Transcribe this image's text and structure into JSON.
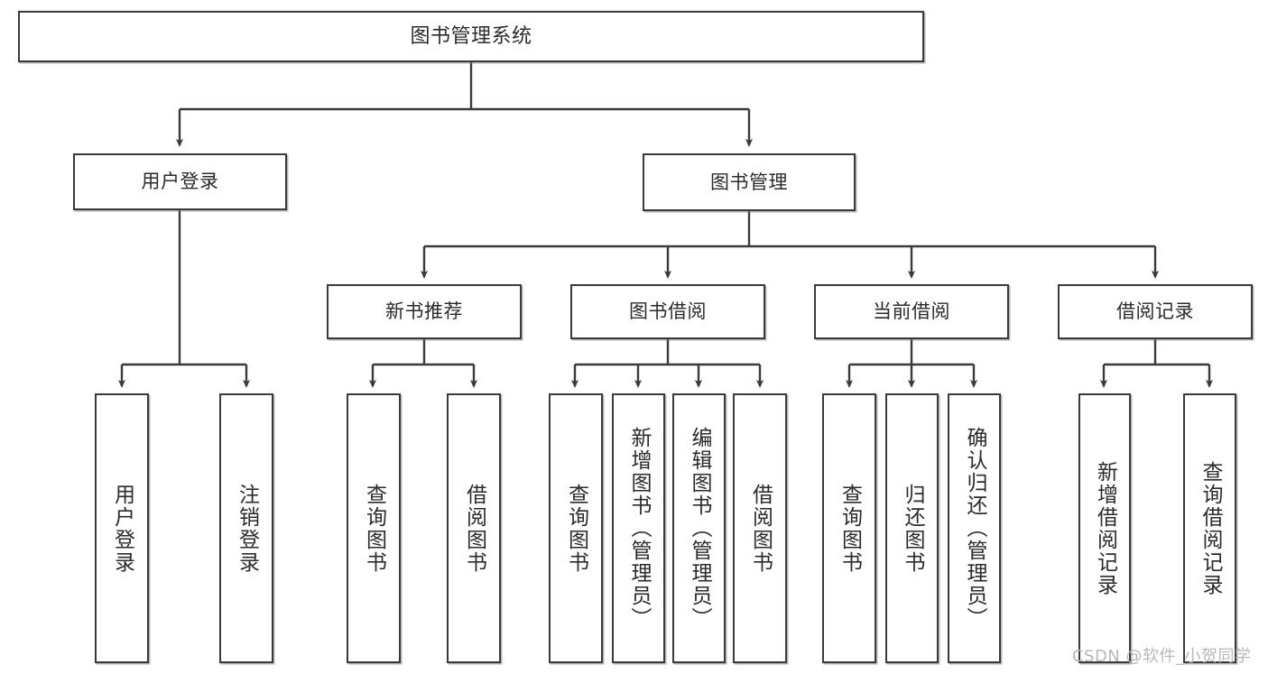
{
  "diagram": {
    "title": "图书管理系统",
    "type": "tree-hierarchy",
    "watermark": "CSDN @软件_小贺同学",
    "colors": {
      "box_border": "#3a3a3a",
      "box_fill": "#ffffff",
      "edge": "#3a3a3a",
      "text": "#2b2b2b",
      "watermark": "#b8b8b8"
    },
    "root": {
      "label": "图书管理系统"
    },
    "level1": [
      {
        "label": "用户登录"
      },
      {
        "label": "图书管理"
      }
    ],
    "level2": [
      {
        "label": "新书推荐"
      },
      {
        "label": "图书借阅"
      },
      {
        "label": "当前借阅"
      },
      {
        "label": "借阅记录"
      }
    ],
    "leaves": {
      "user_login": [
        {
          "label": "用户登录"
        },
        {
          "label": "注销登录"
        }
      ],
      "new_book": [
        {
          "label": "查询图书"
        },
        {
          "label": "借阅图书"
        }
      ],
      "book_borrow": [
        {
          "label": "查询图书"
        },
        {
          "label": "新增图书（管理员）"
        },
        {
          "label": "编辑图书（管理员）"
        },
        {
          "label": "借阅图书"
        }
      ],
      "current_borrow": [
        {
          "label": "查询图书"
        },
        {
          "label": "归还图书"
        },
        {
          "label": "确认归还（管理员）"
        }
      ],
      "borrow_record": [
        {
          "label": "新增借阅记录"
        },
        {
          "label": "查询借阅记录"
        }
      ]
    }
  }
}
